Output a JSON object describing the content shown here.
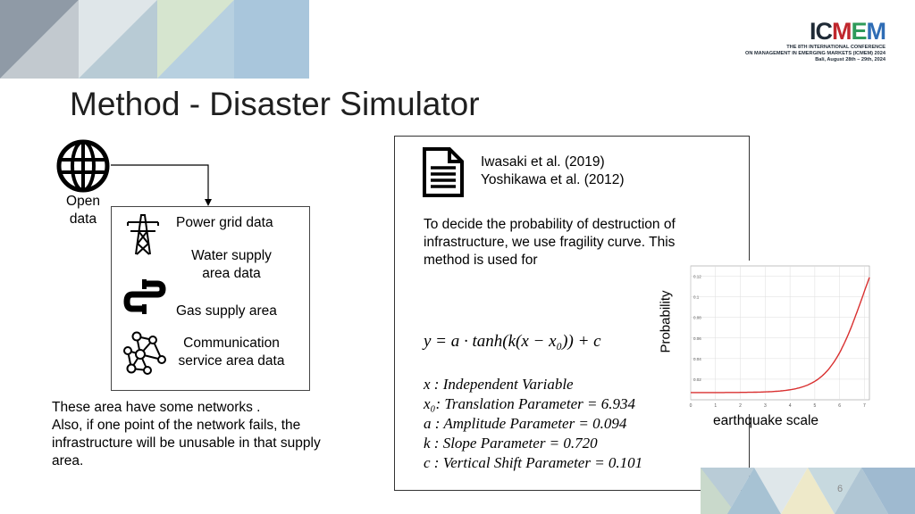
{
  "slide": {
    "title": "Method - Disaster Simulator",
    "page_number": "6"
  },
  "logo": {
    "word": "ICMEM",
    "subtitle_lines": [
      "THE 8TH INTERNATIONAL CONFERENCE",
      "ON MANAGEMENT IN EMERGING MARKETS (ICMEM) 2024",
      "Bali, August 28th – 29th, 2024"
    ]
  },
  "open_data": {
    "label_line1": "Open",
    "label_line2": "data",
    "icon": "globe-icon"
  },
  "data_items": [
    {
      "icon": "power-tower-icon",
      "label": "Power grid data"
    },
    {
      "icon": "",
      "label_line1": "Water supply",
      "label_line2": "area data"
    },
    {
      "icon": "gas-pipe-icon",
      "label": "Gas supply area"
    },
    {
      "icon": "network-icon",
      "label_line1": "Communication",
      "label_line2": "service area data"
    }
  ],
  "notes": {
    "lines": [
      "These area have some networks .",
      "Also, if one point of the network fails, the",
      "infrastructure will be unusable in that supply",
      "area."
    ]
  },
  "method": {
    "doc_icon": "document-icon",
    "refs": [
      "Iwasaki et al. (2019)",
      "Yoshikawa et al. (2012)"
    ],
    "description_lines": [
      "To decide the probability of destruction of",
      "infrastructure, we use fragility curve. This",
      "method is used for"
    ],
    "formula": "y = a · tanh(k(x − x₀)) + c",
    "params": [
      "x : Independent Variable",
      "x₀: Translation Parameter = 6.934",
      "a : Amplitude Parameter = 0.094",
      "k : Slope Parameter = 0.720",
      "c : Vertical Shift Parameter = 0.101"
    ]
  },
  "chart_data": {
    "type": "line",
    "xlabel": "earthquake scale",
    "ylabel": "Probability",
    "xlim": [
      0,
      7.2
    ],
    "ylim": [
      0,
      0.13
    ],
    "x_ticks": [
      "0",
      "1",
      "2",
      "3",
      "4",
      "5",
      "6",
      "7"
    ],
    "y_ticks": [
      "0.02",
      "0.04",
      "0.06",
      "0.08",
      "0.1",
      "0.12"
    ],
    "grid": true,
    "series": [
      {
        "color": "#d93030",
        "function": "a*tanh(k*(x-x0))+c",
        "params": {
          "a": 0.094,
          "k": 0.72,
          "x0": 6.934,
          "c": 0.101
        }
      }
    ]
  },
  "colors": {
    "banner_steel": "#8f9aa6",
    "banner_light": "#c2cfd6",
    "banner_green": "#cfe0c5",
    "banner_blue": "#aac8dc",
    "logo_red": "#c0272d",
    "logo_green": "#2e9a5a",
    "logo_blue": "#2f6db5",
    "curve": "#d93030"
  }
}
